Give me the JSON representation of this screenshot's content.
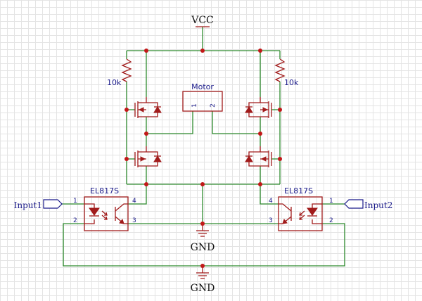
{
  "nets": {
    "vcc": "VCC",
    "gnd_top": "GND",
    "gnd_bottom": "GND",
    "input1": "Input1",
    "input2": "Input2"
  },
  "components": {
    "motor": {
      "label": "Motor",
      "pin1": "1",
      "pin2": "2"
    },
    "r_left": {
      "value": "10k"
    },
    "r_right": {
      "value": "10k"
    },
    "opto_left": {
      "part": "EL817S",
      "pin1": "1",
      "pin2": "2",
      "pin3": "3",
      "pin4": "4"
    },
    "opto_right": {
      "part": "EL817S",
      "pin1": "1",
      "pin2": "2",
      "pin3": "3",
      "pin4": "4"
    }
  },
  "colors": {
    "wire": "#2e8b2e",
    "component": "#a11b1b",
    "junction": "#c21818",
    "label": "#1a1a8a",
    "grid": "#e4e4e4"
  }
}
